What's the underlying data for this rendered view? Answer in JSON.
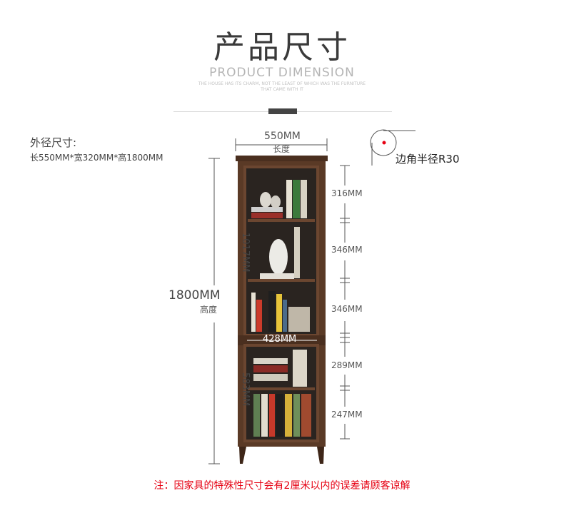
{
  "header": {
    "title_cn": "产品尺寸",
    "title_en": "PRODUCT DIMENSION",
    "subtitle": "THE HOUSE HAS ITS CHARM, NOT THE LEAST OF WHICH WAS THE FURNITURE THAT CAME WITH IT"
  },
  "specs": {
    "outer_label": "外径尺寸:",
    "outer_dims": "长550MM*宽320MM*高1800MM",
    "corner_radius": "边角半径R30"
  },
  "dimensions": {
    "width_value": "550MM",
    "width_label": "长度",
    "height_value": "1800MM",
    "height_label": "高度",
    "upper_height": "1017MM",
    "lower_height": "583MM",
    "inner_width": "428MM",
    "shelf_1": "316MM",
    "shelf_2": "346MM",
    "shelf_3": "346MM",
    "shelf_4": "289MM",
    "shelf_5": "247MM"
  },
  "note": "注：因家具的特殊性尺寸会有2厘米以内的误差请顾客谅解",
  "colors": {
    "wood": "#5a3a26",
    "wood_dark": "#3e2618",
    "note_red": "#e60012"
  }
}
